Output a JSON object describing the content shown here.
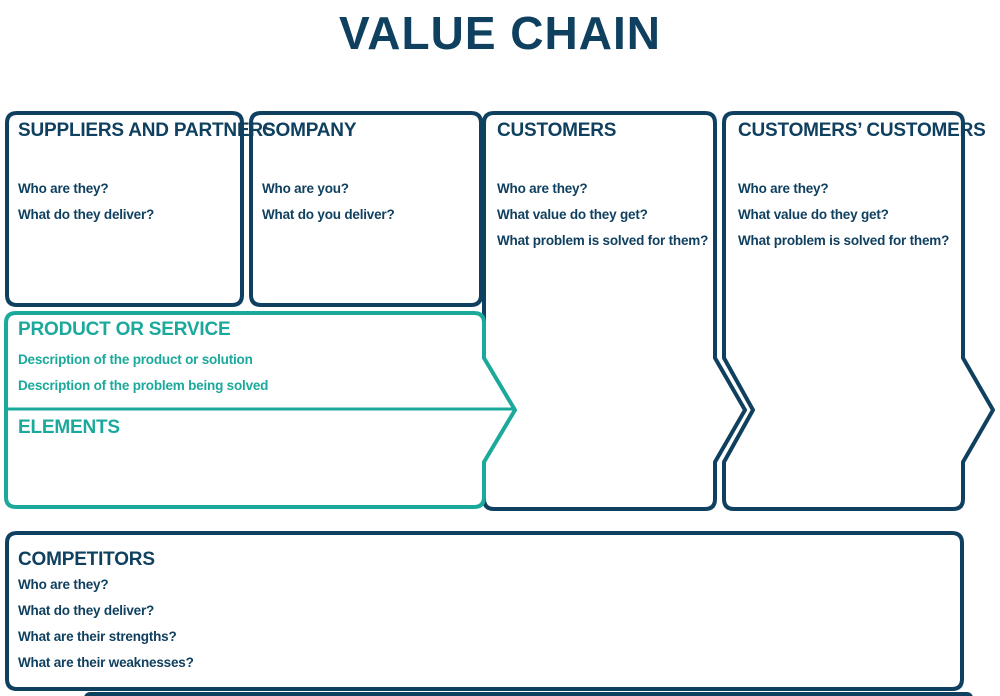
{
  "title": "VALUE CHAIN",
  "colors": {
    "navy": "#10405f",
    "teal": "#1ba99c"
  },
  "boxes": {
    "suppliers": {
      "title": "SUPPLIERS AND PARTNERS",
      "questions": [
        "Who are they?",
        "What do they deliver?"
      ]
    },
    "company": {
      "title": "COMPANY",
      "questions": [
        "Who are you?",
        "What do you deliver?"
      ]
    },
    "customers": {
      "title": "CUSTOMERS",
      "questions": [
        "Who are they?",
        "What value do they get?",
        "What problem is solved for them?"
      ]
    },
    "customers_customers": {
      "title": "CUSTOMERS’ CUSTOMERS",
      "questions": [
        "Who are they?",
        "What value do they get?",
        "What problem is solved for them?"
      ]
    },
    "product": {
      "title": "PRODUCT OR SERVICE",
      "descriptions": [
        "Description of the product or solution",
        "Description of the problem being solved"
      ]
    },
    "elements": {
      "title": "ELEMENTS"
    },
    "competitors": {
      "title": "COMPETITORS",
      "questions": [
        "Who are they?",
        "What do they deliver?",
        "What are their strengths?",
        "What are their weaknesses?"
      ]
    }
  }
}
